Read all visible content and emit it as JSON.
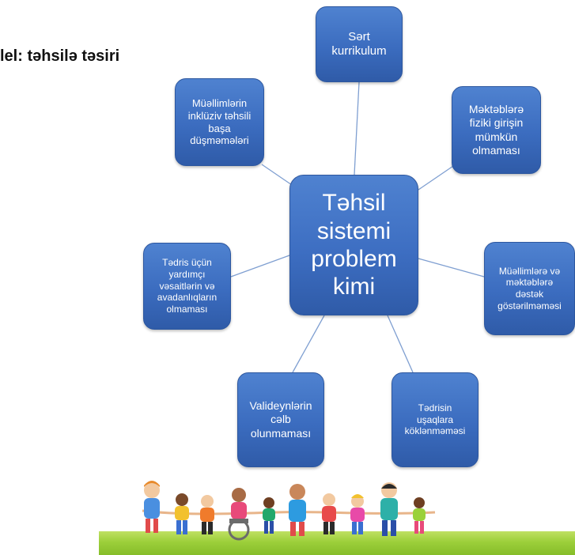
{
  "title": "lel: təhsilə təsiri",
  "diagram": {
    "center": "Təhsil\nsistemi\nproblem\nkimi",
    "nodes": {
      "top": "Sərt\nkurrikulum",
      "top_left": "Müəllimlərin\ninklüziv təhsili\nbaşa\ndüşməmələri",
      "top_right": "Məktəblərə\nfiziki girişin\nmümkün\nolmaması",
      "left": "Tədris üçün\nyardımçı\nvəsaitlərin və\navadanlıqların\nolmaması",
      "right": "Müəllimlərə və\nməktəblərə\ndəstək\ngöstərilməməsi",
      "bottom_left": "Valideynlərin\ncəlb\nolunmaması",
      "bottom_right": "Tədrisin\nuşaqlara\nköklənməməsi"
    }
  },
  "colors": {
    "node_fill": "#3b6cbf",
    "node_border": "#2d579f",
    "connector": "#7f9fd1",
    "ground": "#9ccf3a"
  },
  "decoration": {
    "illustration": "children-holding-hands"
  }
}
